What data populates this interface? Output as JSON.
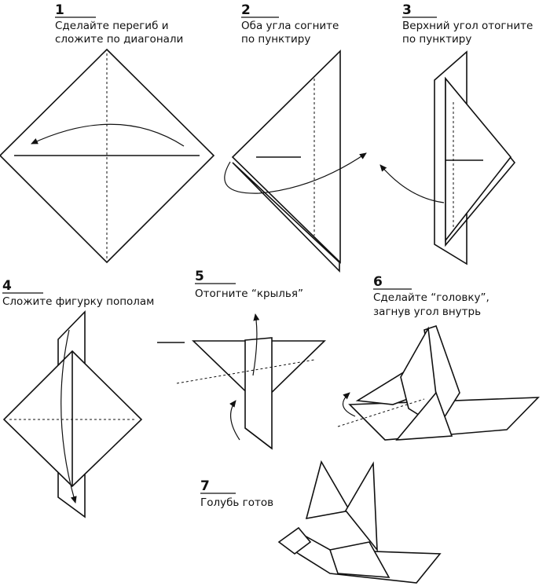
{
  "steps": [
    {
      "number": "1",
      "caption_lines": [
        "Сделайте перегиб и",
        "сложите по диагонали"
      ]
    },
    {
      "number": "2",
      "caption_lines": [
        "Оба угла согните",
        "по пунктиру"
      ]
    },
    {
      "number": "3",
      "caption_lines": [
        "Верхний угол отогните",
        "по пунктиру"
      ]
    },
    {
      "number": "4",
      "caption_lines": [
        "Сложите фигурку пополам"
      ]
    },
    {
      "number": "5",
      "caption_lines": [
        "Отогните “крылья”"
      ]
    },
    {
      "number": "6",
      "caption_lines": [
        "Сделайте “головку”,",
        "загнув угол внутрь"
      ]
    },
    {
      "number": "7",
      "caption_lines": [
        "Голубь готов"
      ]
    }
  ]
}
